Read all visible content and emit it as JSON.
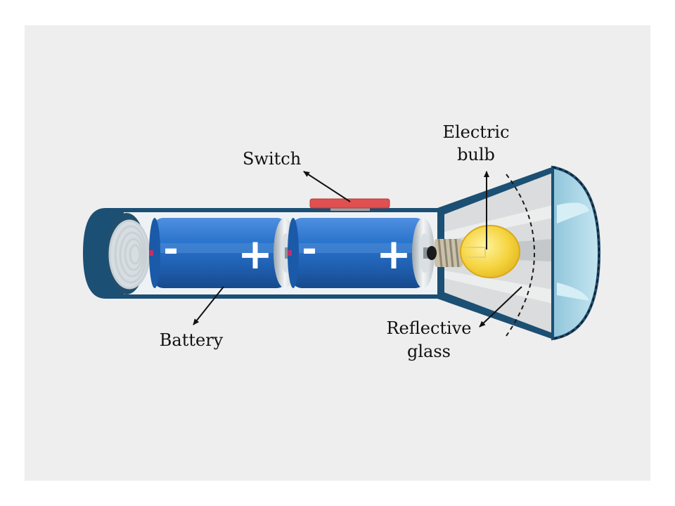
{
  "labels": {
    "switch": "Switch",
    "bulb_line1": "Electric",
    "bulb_line2": "bulb",
    "battery": "Battery",
    "reflector_line1": "Reflective",
    "reflector_line2": "glass"
  },
  "battery_signs": {
    "negative": "-",
    "positive": "+"
  },
  "colors": {
    "background_panel": "#eeeeee",
    "casing": "#1c4f74",
    "battery_blue": "#1e63b8",
    "switch_red": "#e05050",
    "bulb_yellow": "#f3cf37",
    "reflector_glass": "#a9d3e3"
  }
}
